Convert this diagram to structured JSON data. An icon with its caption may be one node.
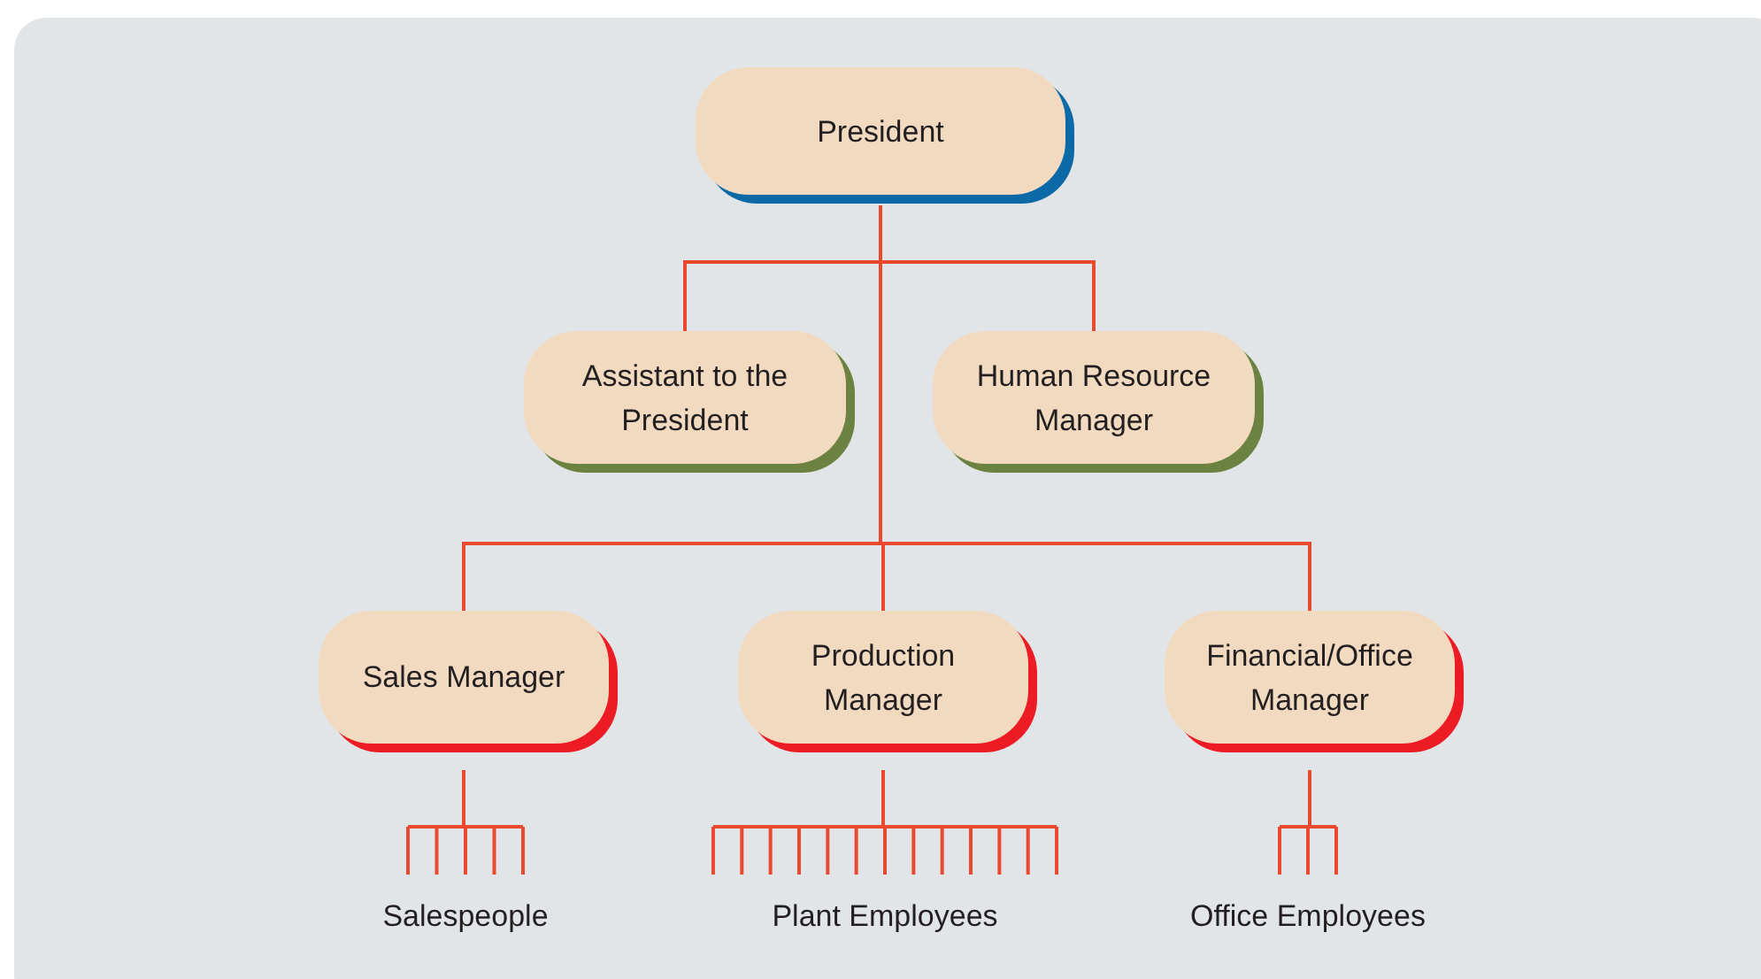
{
  "diagram": {
    "nodes": [
      {
        "text": [
          "President"
        ]
      },
      {
        "text": [
          "Assistant to the President"
        ]
      },
      {
        "text": [
          "Human Resource Manager"
        ]
      },
      {
        "text": [
          "Sales Manager"
        ]
      },
      {
        "text": [
          "Production Manager"
        ]
      },
      {
        "text": [
          "Financial/Office Manager"
        ]
      },
      {
        "text": [
          "Salespeople"
        ]
      },
      {
        "text": [
          "Plant Employees"
        ]
      },
      {
        "text": [
          "Office Employees"
        ]
      }
    ],
    "edges": [
      {
        "from": 0,
        "to": 1,
        "arrow": "none"
      },
      {
        "from": 0,
        "to": 2,
        "arrow": "none"
      },
      {
        "from": 0,
        "to": 3,
        "arrow": "none"
      },
      {
        "from": 0,
        "to": 4,
        "arrow": "none"
      },
      {
        "from": 0,
        "to": 5,
        "arrow": "none"
      },
      {
        "from": 3,
        "to": 6,
        "arrow": "none"
      },
      {
        "from": 4,
        "to": 7,
        "arrow": "none"
      },
      {
        "from": 5,
        "to": 8,
        "arrow": "none"
      }
    ]
  }
}
